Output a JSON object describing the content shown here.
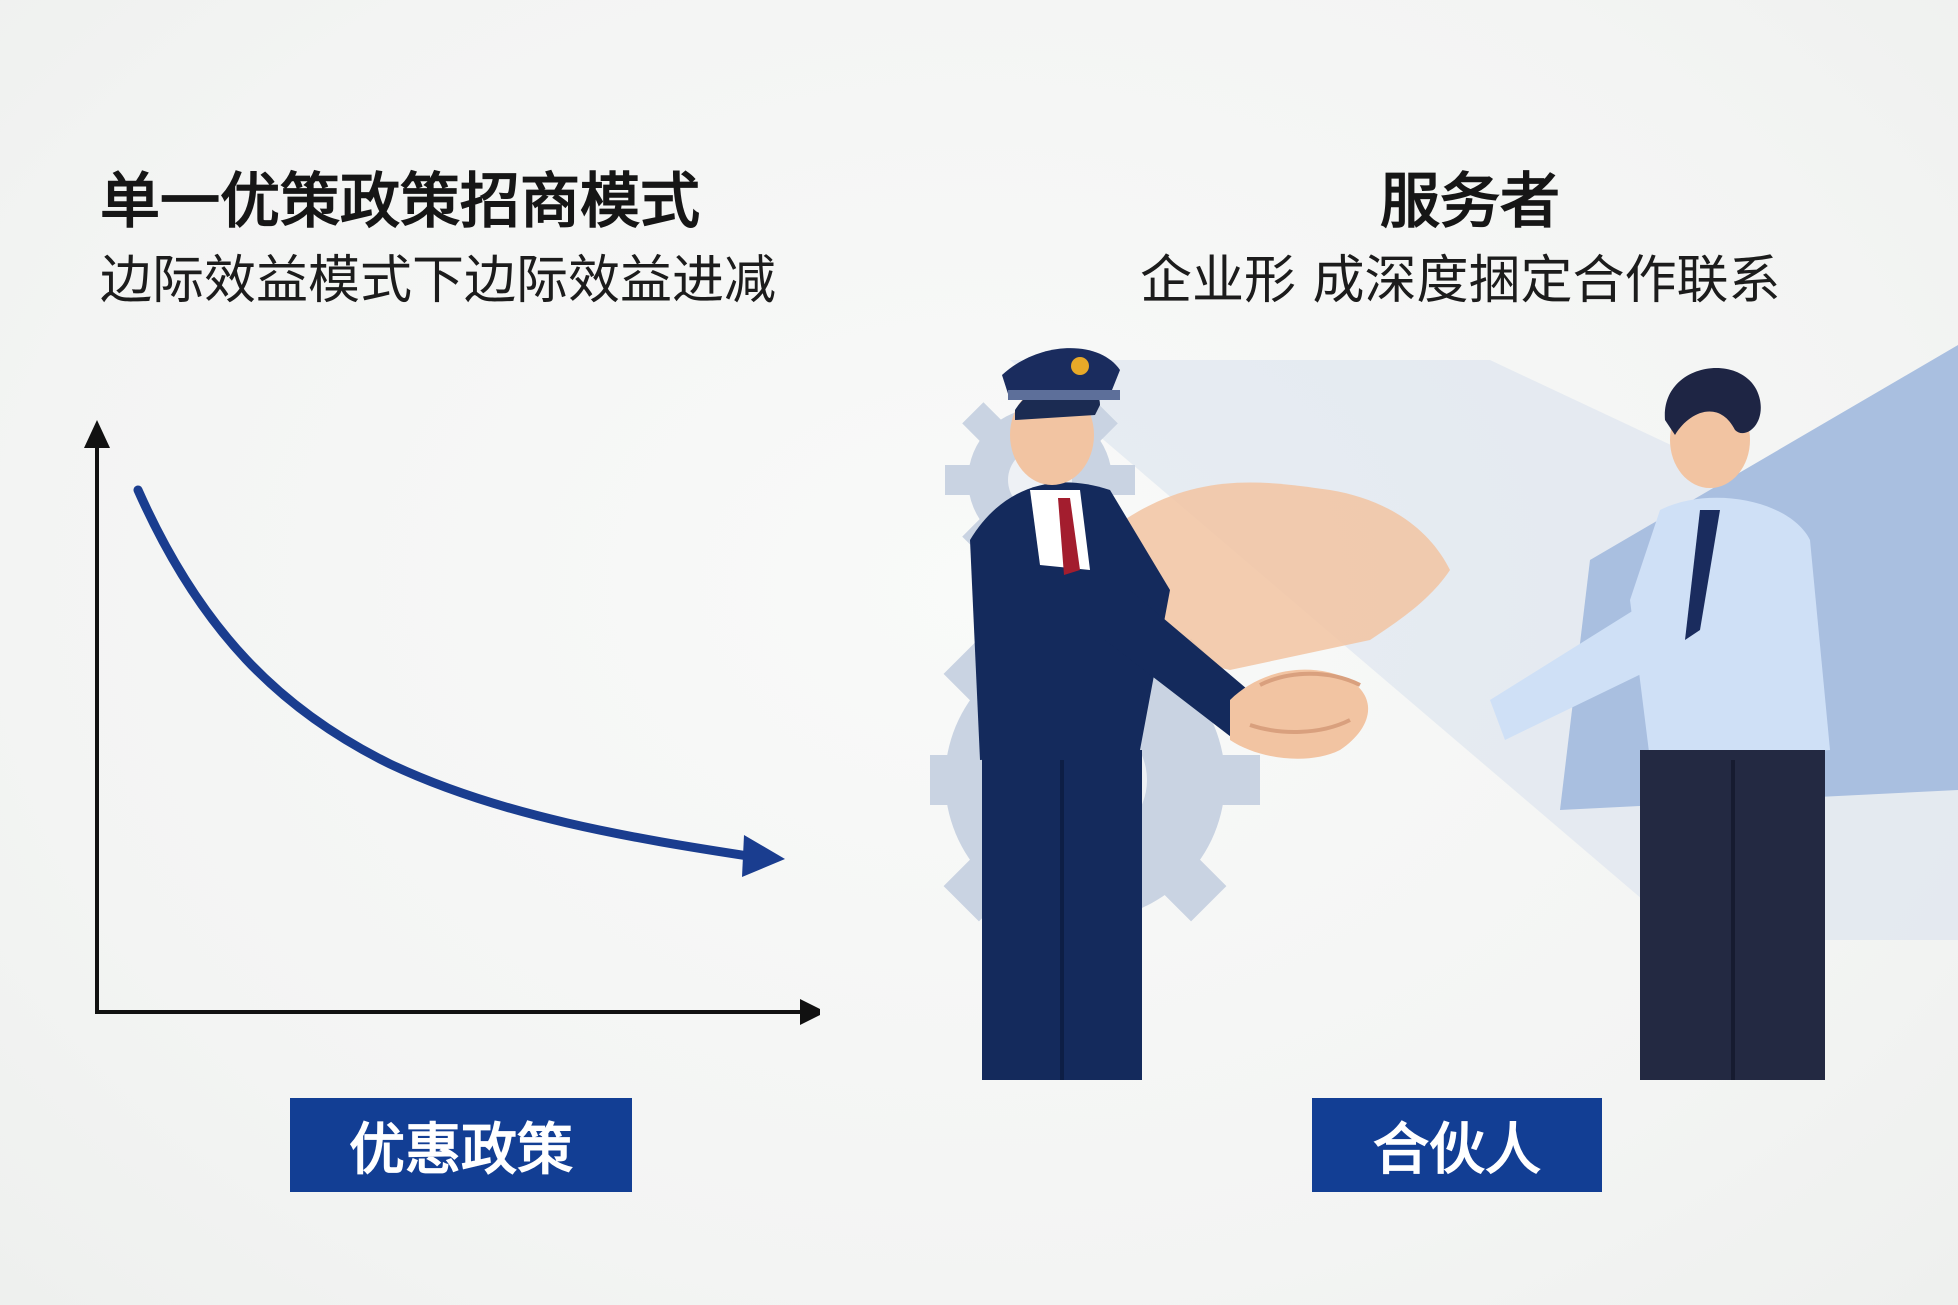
{
  "left_panel": {
    "title": "单一优策政策招商模式",
    "subtitle": "边际效益模式下边际效益进减",
    "label": "优惠政策"
  },
  "right_panel": {
    "title": "服务者",
    "subtitle": "企业形 成深度捆定合作联系",
    "label": "合伙人"
  },
  "colors": {
    "accent": "#123e94",
    "curve": "#1a3d8f",
    "axis": "#111111",
    "gear": "#c9d3e2",
    "beam": "#a9bfe0",
    "suit": "#142a5c",
    "shirt": "#cfe0f6",
    "skin": "#f2c4a2"
  },
  "icons": [
    "axis-arrow-icon",
    "trend-arrow-icon",
    "gear-icon",
    "handshake-icon"
  ]
}
